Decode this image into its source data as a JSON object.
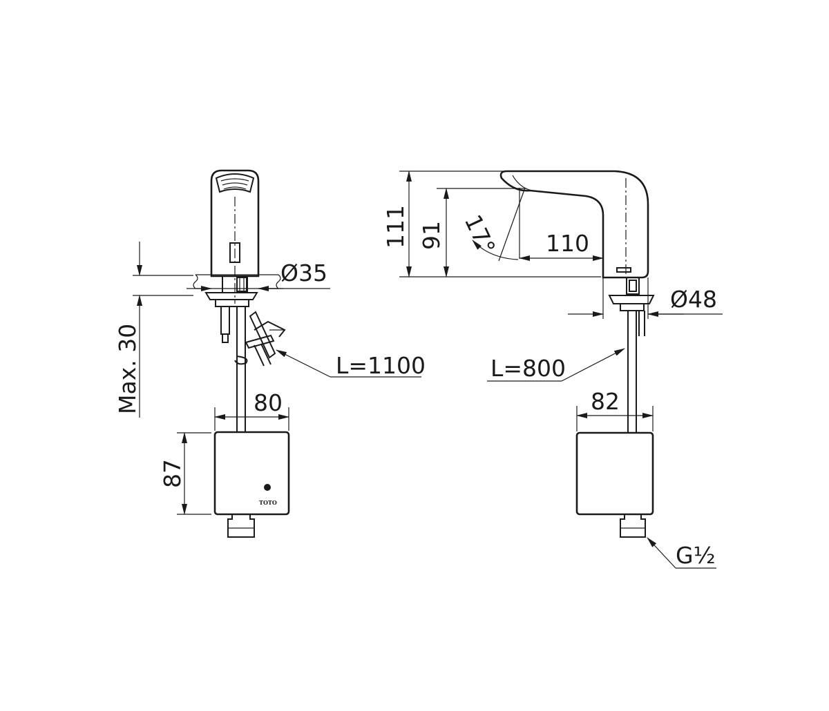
{
  "dimensions": {
    "max_30": "Max. 30",
    "dia_35": "Ø35",
    "l_1100": "L=1100",
    "w_80": "80",
    "h_87": "87",
    "h_111": "111",
    "h_91": "91",
    "angle_17": "17°",
    "reach_110": "110",
    "dia_48": "Ø48",
    "l_800": "L=800",
    "w_82": "82",
    "thread": "G½"
  },
  "brand_logo": "TOTO"
}
